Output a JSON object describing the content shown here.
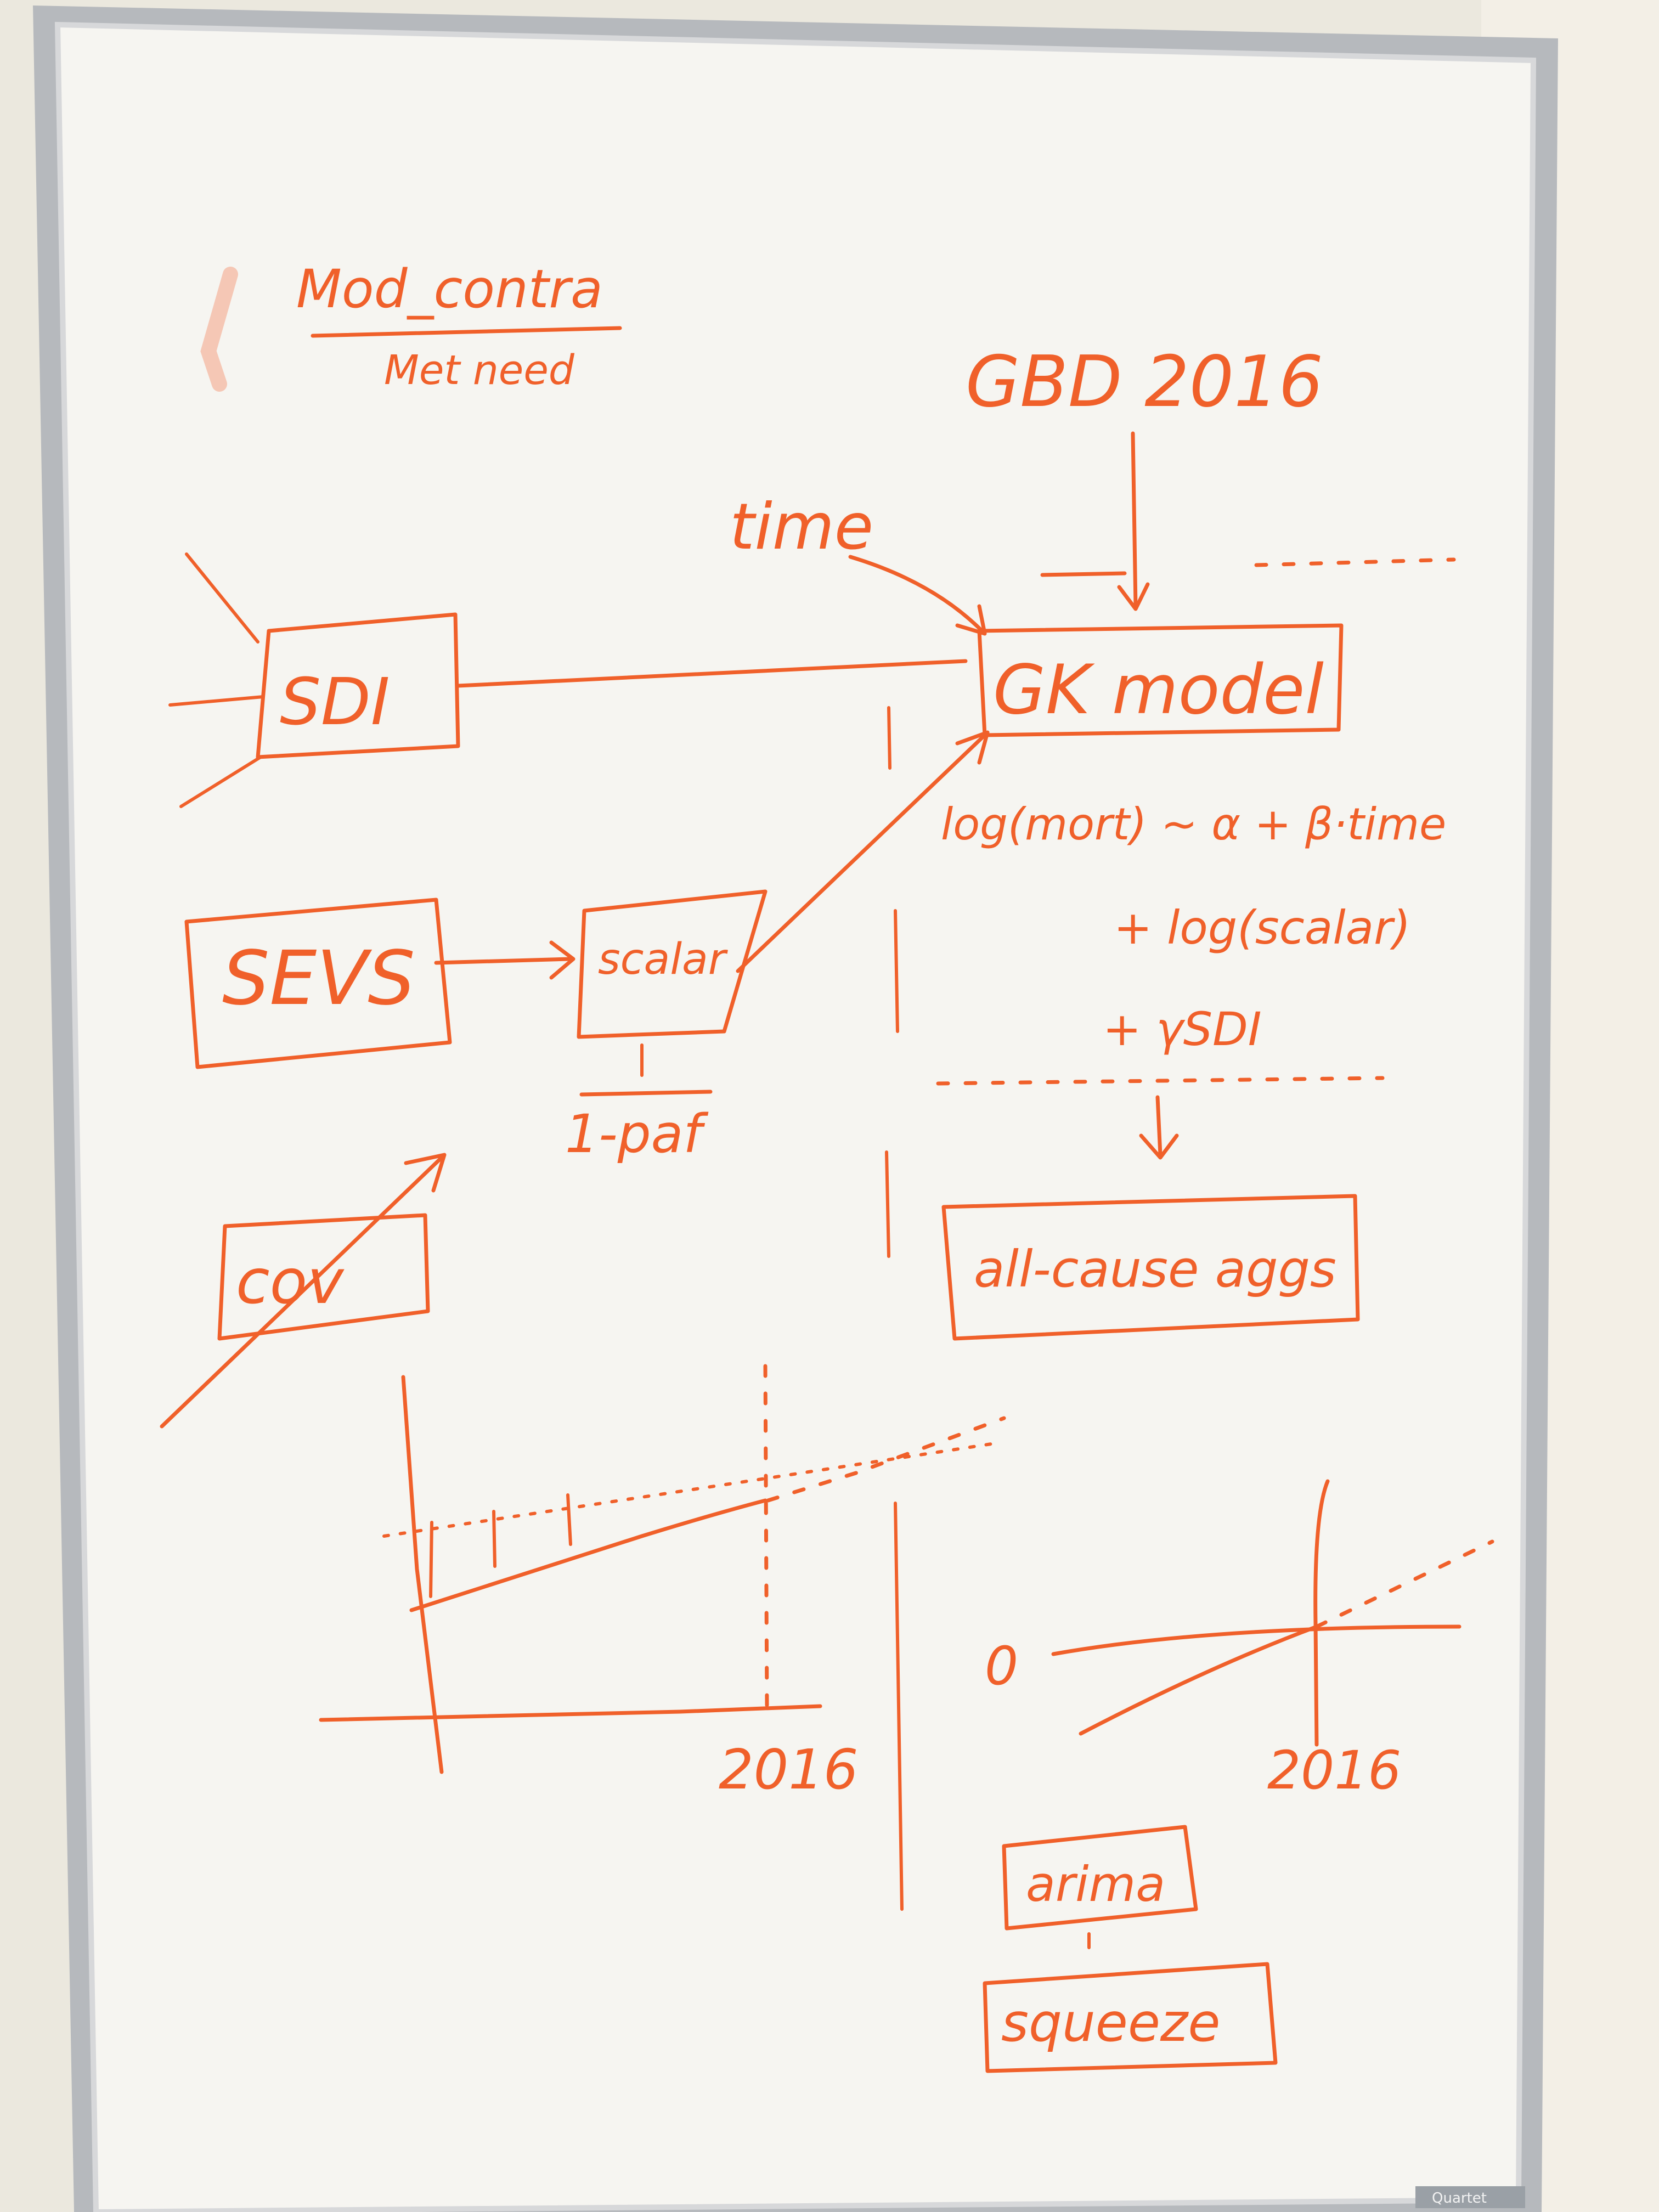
{
  "colors": {
    "ink": "#f0602a",
    "board": "#f7f6f1",
    "frame": "#b9bcc0",
    "wall": "#e9e6dc"
  },
  "board": {
    "title": "Mod_contra",
    "subtitle": "Met need",
    "source": "GBD 2016",
    "time_label": "time",
    "nodes": {
      "sdi": "SDI",
      "sevs": "SEVS",
      "scalar": "scalar",
      "paf": "1-paf",
      "gk_model": "GK model",
      "cov": "cov",
      "all_cause": "all-cause aggs",
      "arima": "arima",
      "squeeze": "squeeze"
    },
    "equation": {
      "line1": "log(mort) ~ α + β·time",
      "line2": "+ log(scalar)",
      "line3": "+ γSDI"
    },
    "plot_left": {
      "year_label": "2016"
    },
    "plot_right": {
      "zero_label": "0",
      "year_label": "2016"
    },
    "brand": "Quartet"
  }
}
